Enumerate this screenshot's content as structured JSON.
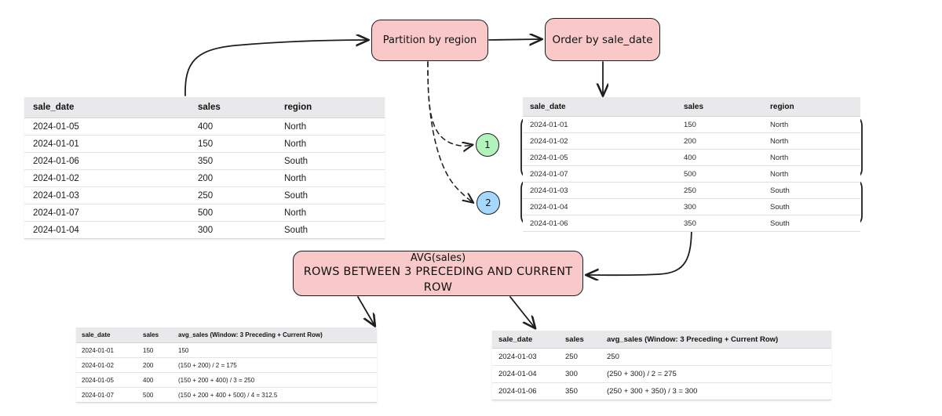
{
  "diagram": {
    "title": "SQL window function partitioning flow",
    "colors": {
      "pink_box_fill": "#f9c8c8",
      "stroke": "#1d1d1d",
      "north_band_fill": "#eaf6ec",
      "north_band_hatch": "#5aaf6e",
      "south_band_fill": "#e9f1f8",
      "south_band_hatch": "#4682be",
      "badge_1_fill": "#b2f2bb",
      "badge_2_fill": "#a5d8ff",
      "table_header_fill": "#e9e9eb"
    }
  },
  "boxes": {
    "partition": {
      "label": "Partition by region"
    },
    "order": {
      "label": "Order by sale_date"
    },
    "avg": {
      "line1": "AVG(sales)",
      "line2": "ROWS BETWEEN 3 PRECEDING AND CURRENT ROW"
    }
  },
  "badges": [
    {
      "label": "1",
      "meaning": "north-partition"
    },
    {
      "label": "2",
      "meaning": "south-partition"
    }
  ],
  "source_table": {
    "headers": [
      "sale_date",
      "sales",
      "region"
    ],
    "rows": [
      [
        "2024-01-05",
        "400",
        "North"
      ],
      [
        "2024-01-01",
        "150",
        "North"
      ],
      [
        "2024-01-06",
        "350",
        "South"
      ],
      [
        "2024-01-02",
        "200",
        "North"
      ],
      [
        "2024-01-03",
        "250",
        "South"
      ],
      [
        "2024-01-07",
        "500",
        "North"
      ],
      [
        "2024-01-04",
        "300",
        "South"
      ]
    ]
  },
  "partitioned_table": {
    "headers": [
      "sale_date",
      "sales",
      "region"
    ],
    "groups": [
      {
        "name": "North",
        "rows": [
          [
            "2024-01-01",
            "150",
            "North"
          ],
          [
            "2024-01-02",
            "200",
            "North"
          ],
          [
            "2024-01-05",
            "400",
            "North"
          ],
          [
            "2024-01-07",
            "500",
            "North"
          ]
        ]
      },
      {
        "name": "South",
        "rows": [
          [
            "2024-01-03",
            "250",
            "South"
          ],
          [
            "2024-01-04",
            "300",
            "South"
          ],
          [
            "2024-01-06",
            "350",
            "South"
          ]
        ]
      }
    ]
  },
  "result_table_north": {
    "headers": [
      "sale_date",
      "sales",
      "avg_sales (Window: 3 Preceding + Current Row)"
    ],
    "rows": [
      [
        "2024-01-01",
        "150",
        "150"
      ],
      [
        "2024-01-02",
        "200",
        "(150 + 200) / 2 = 175"
      ],
      [
        "2024-01-05",
        "400",
        "(150 + 200 + 400) / 3 = 250"
      ],
      [
        "2024-01-07",
        "500",
        "(150 + 200 + 400 + 500) / 4 = 312.5"
      ]
    ]
  },
  "result_table_south": {
    "headers": [
      "sale_date",
      "sales",
      "avg_sales (Window: 3 Preceding + Current Row)"
    ],
    "rows": [
      [
        "2024-01-03",
        "250",
        "250"
      ],
      [
        "2024-01-04",
        "300",
        "(250 + 300) / 2 = 275"
      ],
      [
        "2024-01-06",
        "350",
        "(250 + 300 + 350) / 3 = 300"
      ]
    ]
  }
}
